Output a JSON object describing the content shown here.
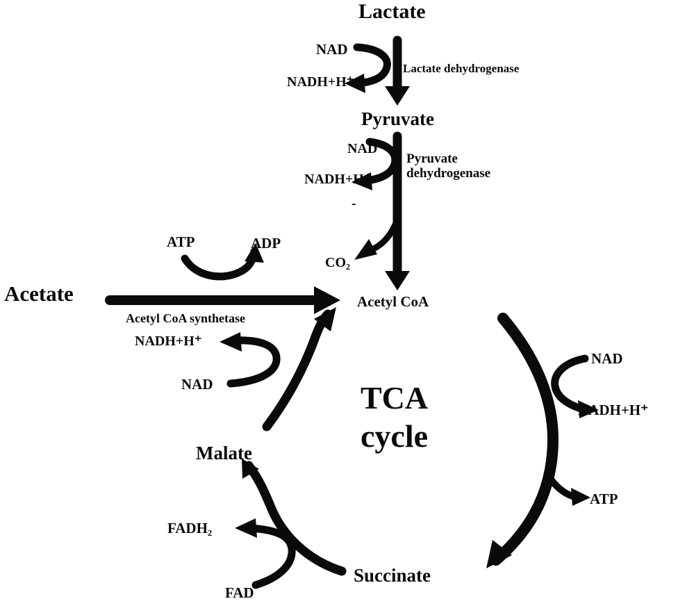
{
  "diagram": {
    "center_label": "TCA cycle",
    "metabolites": {
      "lactate": "Lactate",
      "pyruvate": "Pyruvate",
      "acetyl_coa": "Acetyl CoA",
      "acetate": "Acetate",
      "malate": "Malate",
      "succinate": "Succinate",
      "co2": "CO₂"
    },
    "enzymes": {
      "lactate_dehydrogenase": "Lactate dehydrogenase",
      "pyruvate_dehydrogenase": "Pyruvate dehydrogenase",
      "acetyl_coa_synthetase": "Acetyl CoA synthetase"
    },
    "cofactors": {
      "nad": "NAD",
      "nadh": "NADH+H⁺",
      "atp": "ATP",
      "adp": "ADP",
      "fad": "FAD",
      "fadh2": "FADH₂"
    },
    "marks": {
      "dash": "-"
    },
    "colors": {
      "ink": "#0a0a0a",
      "background": "#ffffff"
    }
  }
}
